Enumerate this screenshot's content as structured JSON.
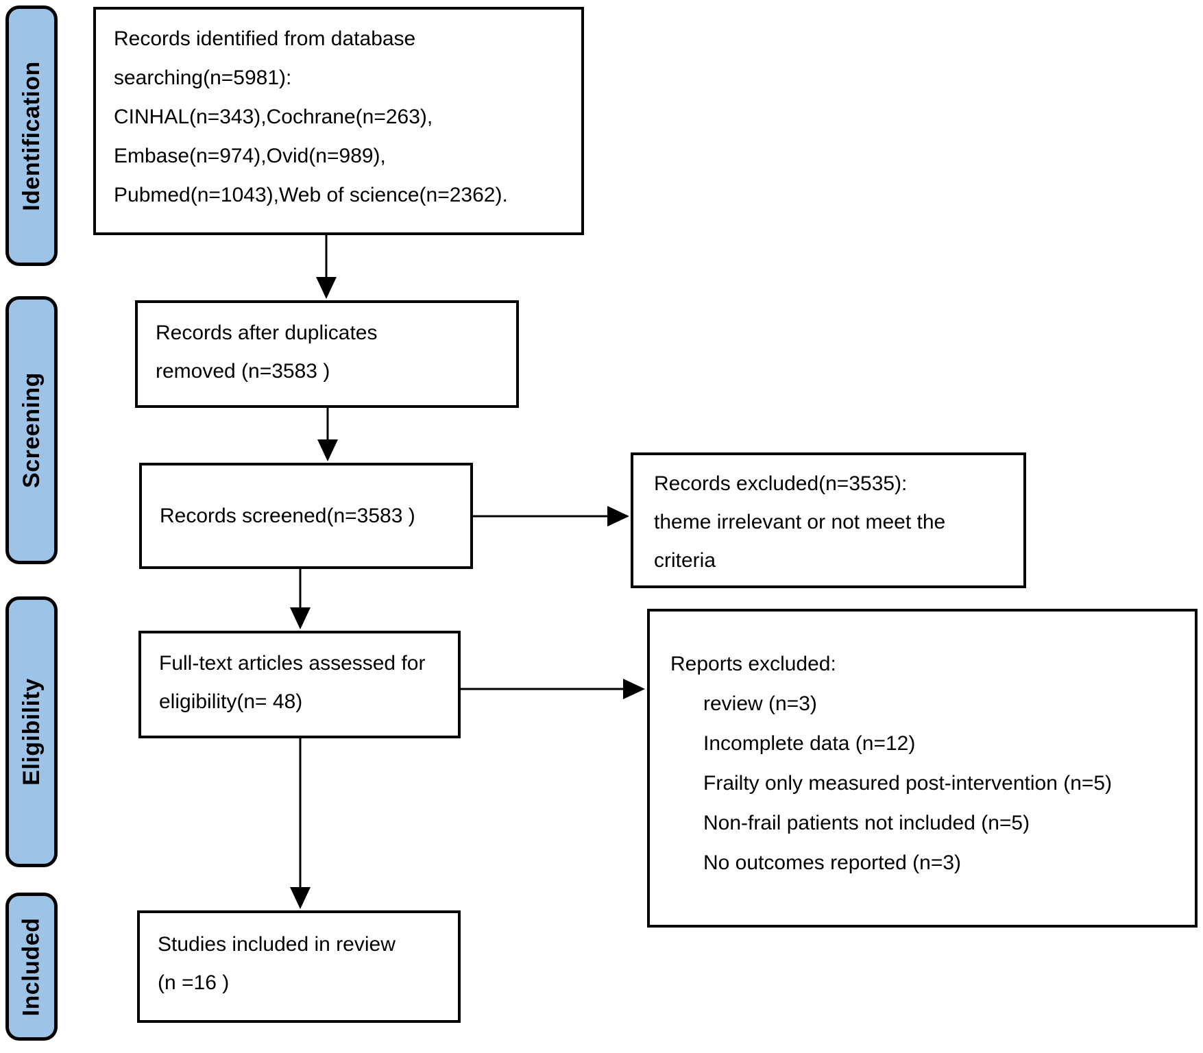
{
  "stages": [
    {
      "label": "Identification"
    },
    {
      "label": "Screening"
    },
    {
      "label": "Eligibility"
    },
    {
      "label": "Included"
    }
  ],
  "boxes": {
    "identified": {
      "lines": [
        "Records identified from database",
        "searching(n=5981):",
        "CINHAL(n=343),Cochrane(n=263),",
        "Embase(n=974),Ovid(n=989),",
        "Pubmed(n=1043),Web of science(n=2362)."
      ]
    },
    "duplicates_removed": {
      "lines": [
        "Records after duplicates",
        "removed (n=3583 )"
      ]
    },
    "screened": {
      "label": "Records screened(n=3583 )"
    },
    "records_excluded": {
      "lines": [
        "Records excluded(n=3535):",
        "theme irrelevant or not meet the",
        "criteria"
      ]
    },
    "fulltext_assessed": {
      "lines": [
        "Full-text articles assessed for",
        "eligibility(n= 48)"
      ]
    },
    "reports_excluded": {
      "title": "Reports excluded:",
      "items": [
        "review (n=3)",
        "Incomplete data (n=12)",
        "Frailty only measured post-intervention (n=5)",
        "Non-frail patients not included (n=5)",
        "No outcomes reported (n=3)"
      ]
    },
    "included_studies": {
      "lines": [
        "Studies included in review",
        "(n =16 )"
      ]
    }
  },
  "colors": {
    "stage_fill": "#9DC3E6",
    "border": "#000000",
    "text": "#000000",
    "background": "#FFFFFF"
  }
}
